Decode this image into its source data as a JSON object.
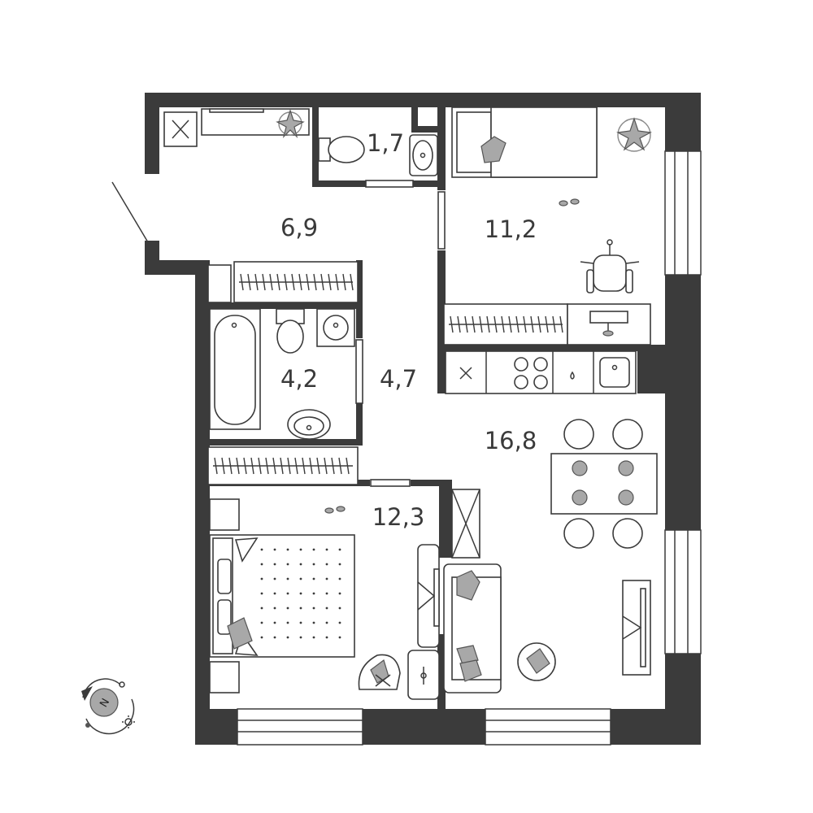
{
  "plan": {
    "rooms": [
      {
        "id": "hall",
        "area": "6,9"
      },
      {
        "id": "wc",
        "area": "1,7"
      },
      {
        "id": "bedroom-small",
        "area": "11,2"
      },
      {
        "id": "bathroom",
        "area": "4,2"
      },
      {
        "id": "corridor",
        "area": "4,7"
      },
      {
        "id": "kitchen-living",
        "area": "16,8"
      },
      {
        "id": "bedroom-main",
        "area": "12,3"
      }
    ],
    "compass": {
      "letter": "N"
    }
  },
  "colors": {
    "wall": "#3b3b3b",
    "furniture_fill": "#a8a8a8",
    "background": "#ffffff"
  }
}
